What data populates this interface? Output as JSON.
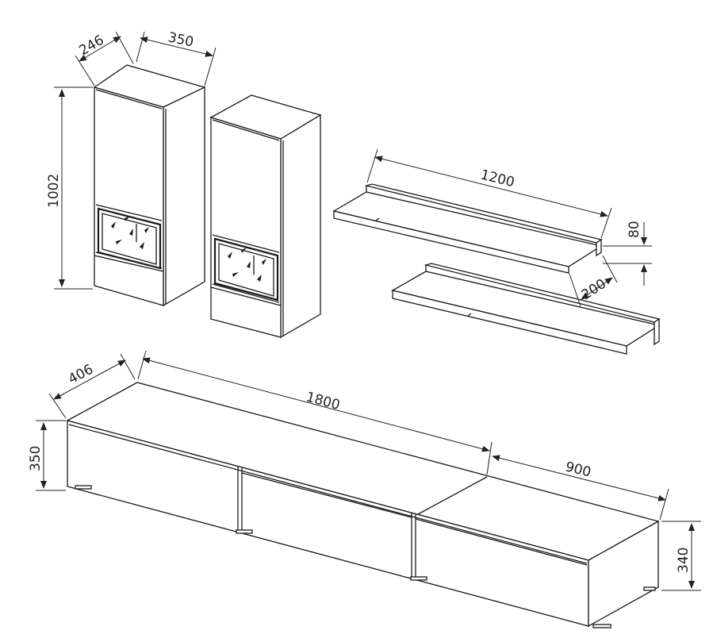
{
  "dimensions": {
    "cabinet_depth": "246",
    "cabinet_width": "350",
    "cabinet_height": "1002",
    "shelf_length": "1200",
    "shelf_height": "80",
    "shelf_depth": "200",
    "tv_depth": "406",
    "tv_length": "1800",
    "tv_height": "350",
    "tv_section_length": "900",
    "tv_section_height": "340"
  }
}
